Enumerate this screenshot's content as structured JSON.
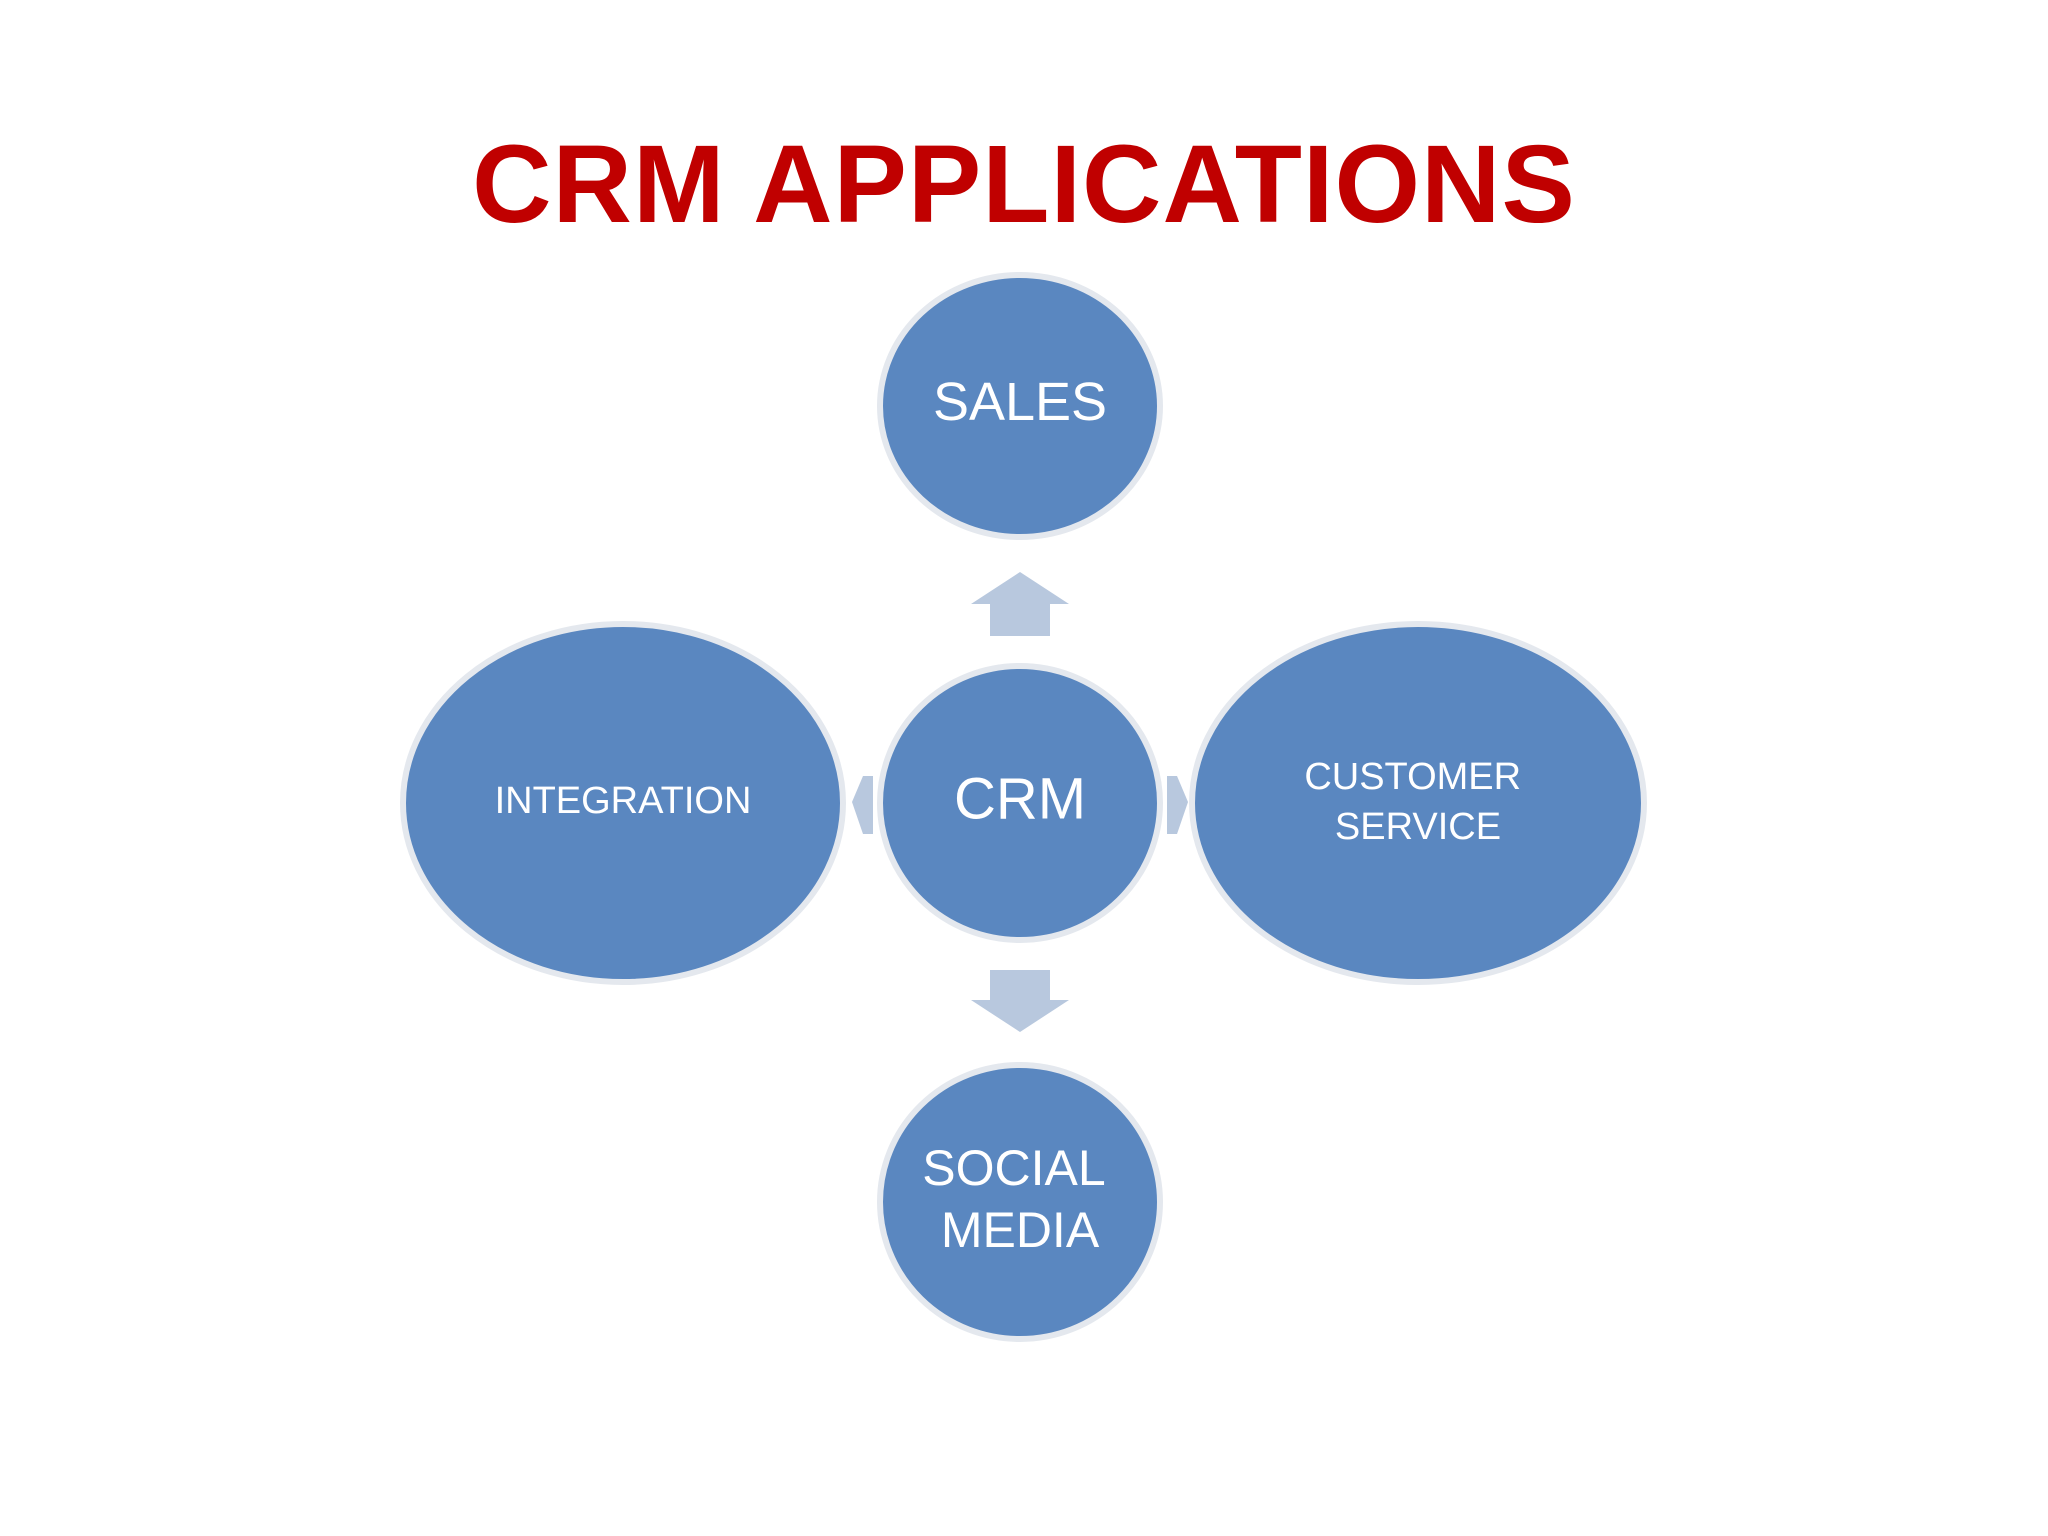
{
  "title": "CRM APPLICATIONS",
  "colors": {
    "title": "#c00000",
    "node_fill": "#5a87c0",
    "node_outline": "#e4e8ee",
    "arrow_fill": "#b8c8de"
  },
  "diagram": {
    "center": {
      "label": "CRM"
    },
    "nodes": {
      "top": {
        "label_lines": [
          "SALES"
        ]
      },
      "left": {
        "label_lines": [
          "INTEGRATION"
        ]
      },
      "right": {
        "label_lines": [
          "CUSTOMER",
          "SERVICE"
        ]
      },
      "bottom": {
        "label_lines": [
          "SOCIAL",
          "MEDIA"
        ]
      }
    },
    "arrows": [
      "up",
      "down",
      "left",
      "right"
    ]
  }
}
